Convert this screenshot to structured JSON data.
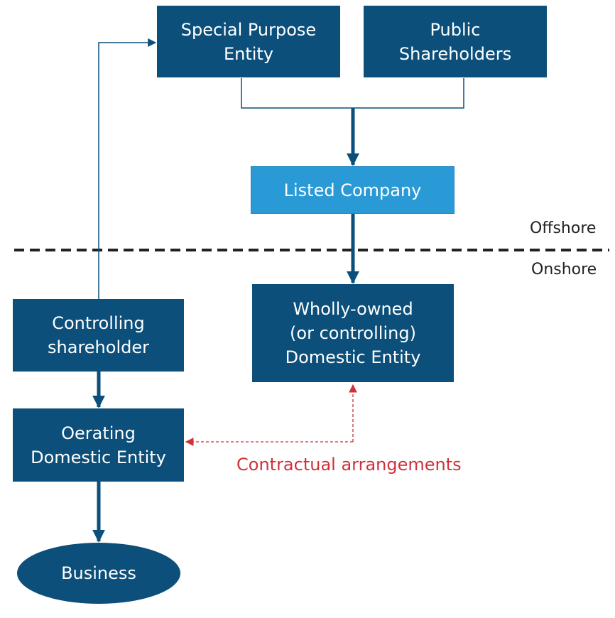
{
  "nodes": {
    "spe": "Special Purpose\nEntity",
    "public_shareholders": "Public\nShareholders",
    "listed_company": "Listed Company",
    "wholly_owned": "Wholly-owned\n(or controlling)\nDomestic Entity",
    "controlling_shareholder": "Controlling\nshareholder",
    "operating_entity": "Oerating\nDomestic Entity",
    "business": "Business"
  },
  "zones": {
    "offshore": "Offshore",
    "onshore": "Onshore"
  },
  "annotations": {
    "contractual": "Contractual arrangements"
  },
  "colors": {
    "dark_box": "#0b4f7a",
    "light_box": "#2a9ad6",
    "dashed_red": "#d0303a"
  }
}
